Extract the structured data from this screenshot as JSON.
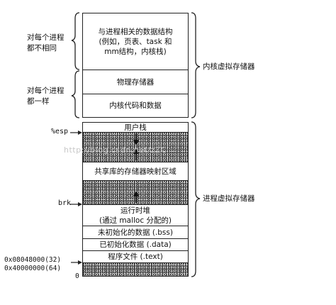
{
  "regions": {
    "per_process_struct": "与进程相关的数据结构\n(例如，页表、task 和\nmm结构，内核栈)",
    "physical_memory": "物理存储器",
    "kernel_code_data": "内核代码和数据",
    "user_stack": "用户栈",
    "shared_lib": "共享库的存储器映射区域",
    "runtime_heap": "运行时堆\n(通过 malloc 分配的)",
    "bss": "未初始化的数据 (.bss)",
    "data": "已初始化数据 (.data)",
    "text": "程序文件 (.text)"
  },
  "left_labels": {
    "per_process_diff": "对每个进程\n都不相同",
    "per_process_same": "对每个进程\n都一样",
    "esp": "%esp",
    "brk": "brk",
    "addr_32": "0x08048000(32)",
    "addr_64": "0x40000000(64)",
    "zero": "0"
  },
  "right_labels": {
    "kernel_vm": "内核虚拟存储器",
    "process_vm": "进程虚拟存储器"
  },
  "watermark": "http://blog.csdn.net/zZC"
}
